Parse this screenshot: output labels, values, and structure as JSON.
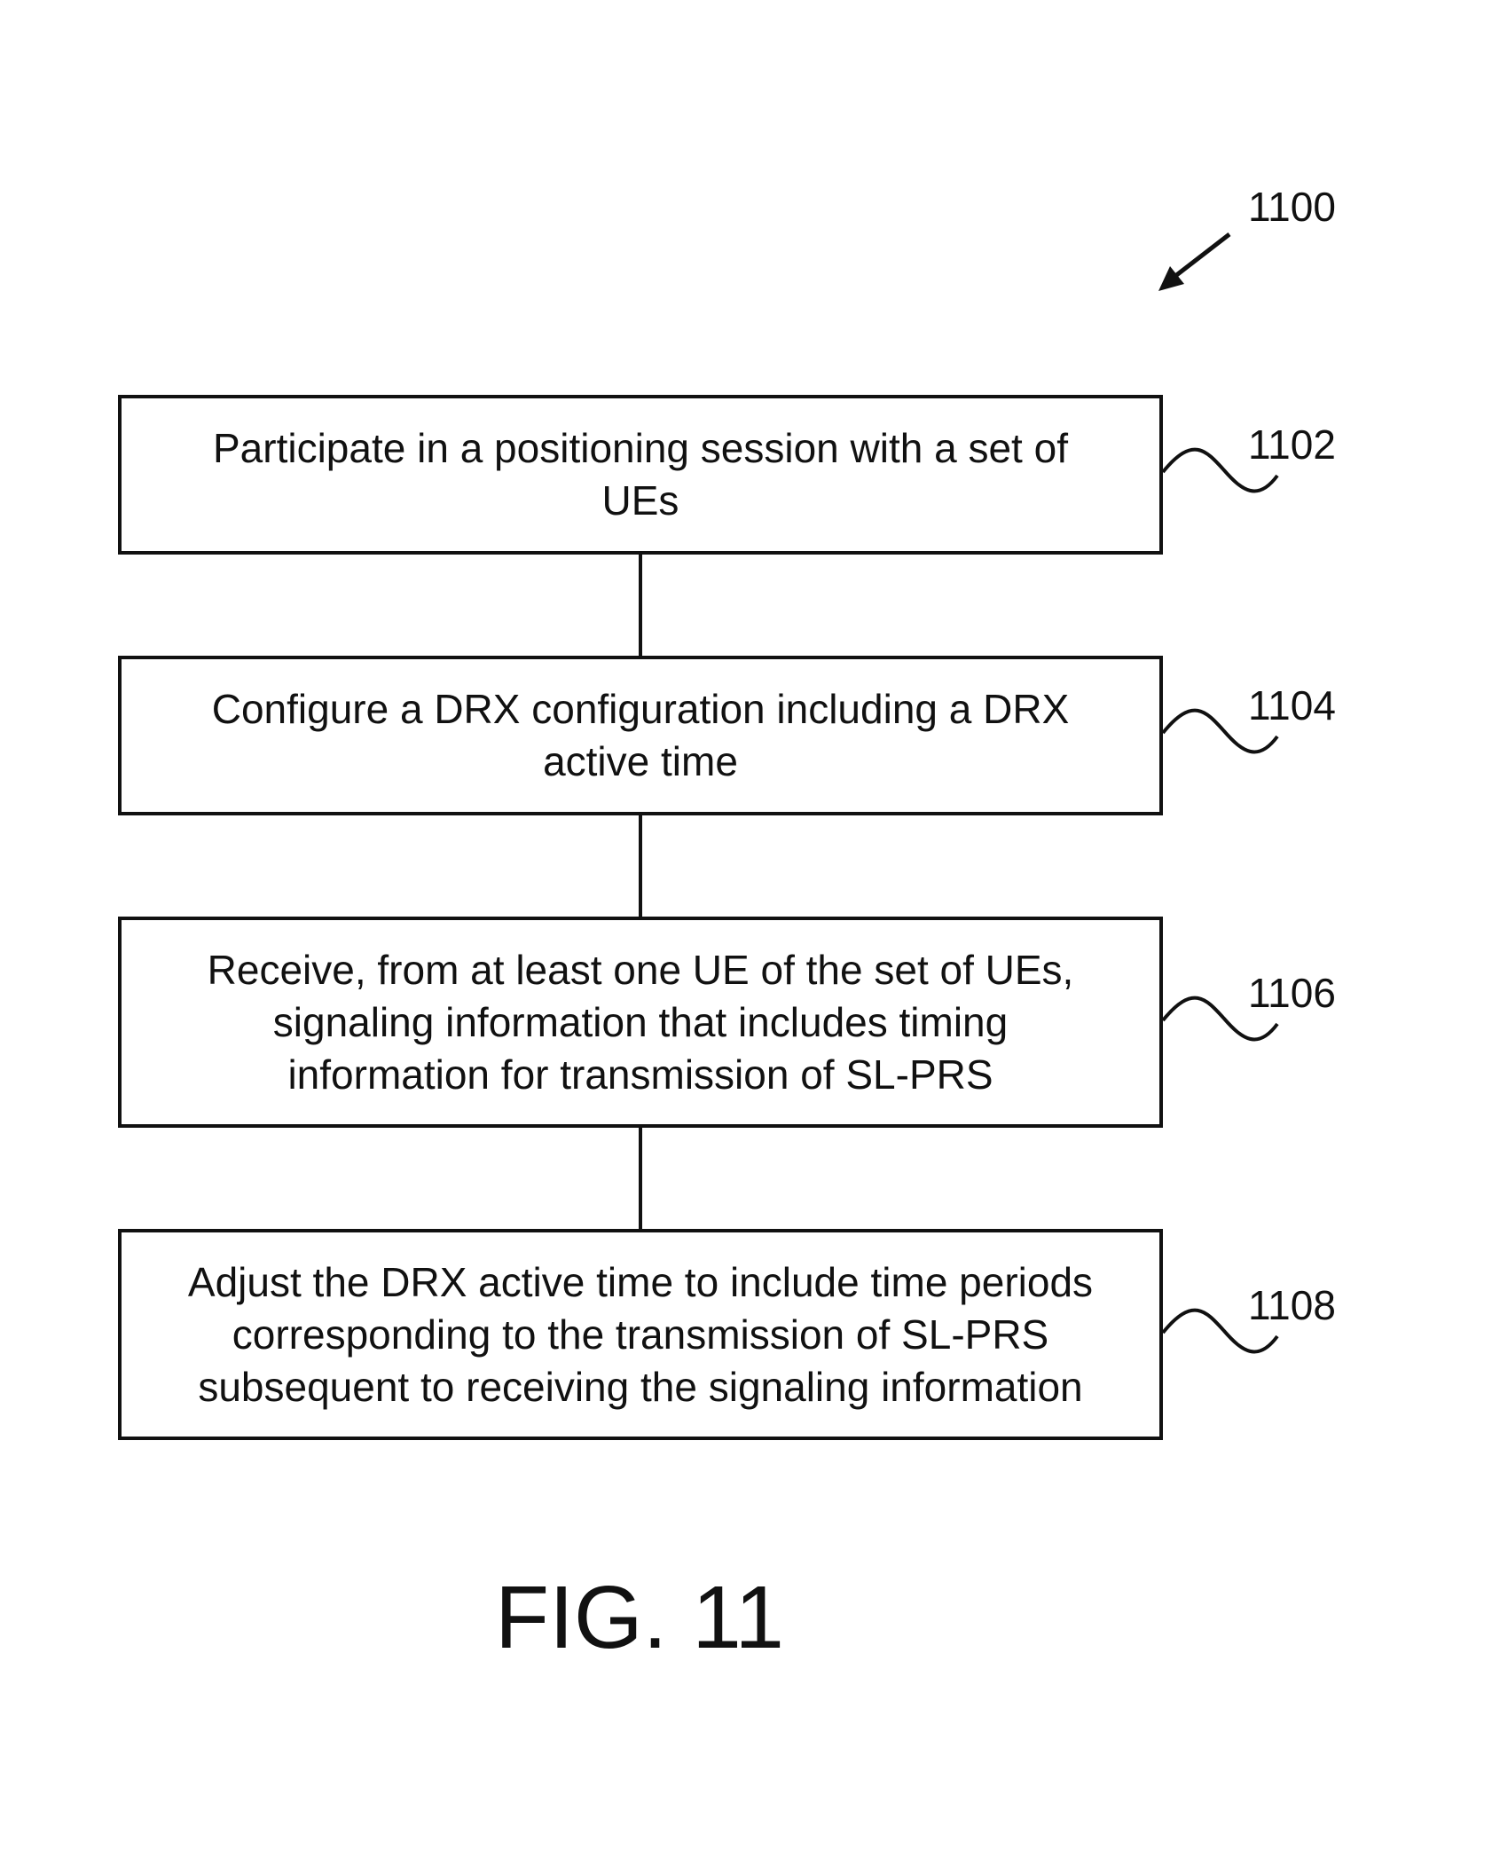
{
  "figure": {
    "ref": "1100",
    "caption": "FIG. 11"
  },
  "steps": [
    {
      "ref": "1102",
      "text": "Participate in a positioning session with a set of\nUEs"
    },
    {
      "ref": "1104",
      "text": "Configure a DRX configuration including a DRX\nactive time"
    },
    {
      "ref": "1106",
      "text": "Receive, from at least one UE of the set of UEs,\nsignaling information that includes timing\ninformation for transmission of SL-PRS"
    },
    {
      "ref": "1108",
      "text": "Adjust the DRX active time to include time periods\ncorresponding to the transmission of SL-PRS\nsubsequent to receiving the signaling information"
    }
  ],
  "colors": {
    "line": "#111111",
    "background": "#ffffff"
  }
}
